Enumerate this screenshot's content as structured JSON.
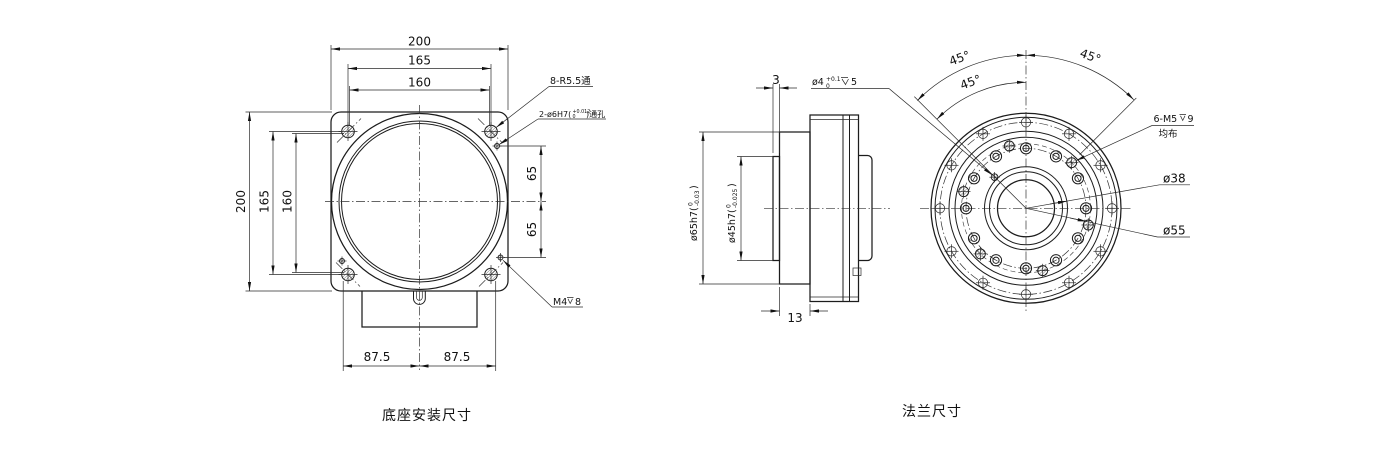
{
  "views": {
    "base": {
      "caption": "底座安装尺寸",
      "dims": {
        "width_outer": "200",
        "width_holes": "165",
        "width_inner": "160",
        "height_outer": "200",
        "height_holes": "165",
        "height_inner": "160",
        "offset_upper": "65",
        "offset_lower": "65",
        "half_left": "87.5",
        "half_right": "87.5"
      },
      "labels": {
        "corner_slots": "8-R5.5通",
        "dowel_prefix": "2-ø6H7(",
        "dowel_tol_upper": "+0.012",
        "dowel_tol_lower": "0",
        "dowel_suffix": ")通孔",
        "thread": "M4",
        "thread_depth": "8"
      }
    },
    "side": {
      "dims": {
        "spigot_thickness": "3",
        "flange_thickness": "13",
        "flange_dia_prefix": "ø65h7(",
        "flange_tol_upper": "0",
        "flange_tol_lower": "-0.03",
        "flange_dia_suffix": ")",
        "spigot_dia_prefix": "ø45h7(",
        "spigot_tol_upper": "0",
        "spigot_tol_lower": "-0.025",
        "spigot_dia_suffix": ")"
      },
      "labels": {
        "dowel_dia": "ø4",
        "dowel_tol_upper": "+0.1",
        "dowel_tol_lower": "0",
        "dowel_depth": "5"
      }
    },
    "front": {
      "caption": "法兰尺寸",
      "dims": {
        "angle_left": "45°",
        "angle_right": "45°",
        "angle_inner": "45°",
        "boss_dia": "ø38",
        "bolt_circle": "ø55"
      },
      "labels": {
        "screws": "6-M5",
        "screws_depth": "9",
        "screws_note": "均布"
      }
    }
  }
}
